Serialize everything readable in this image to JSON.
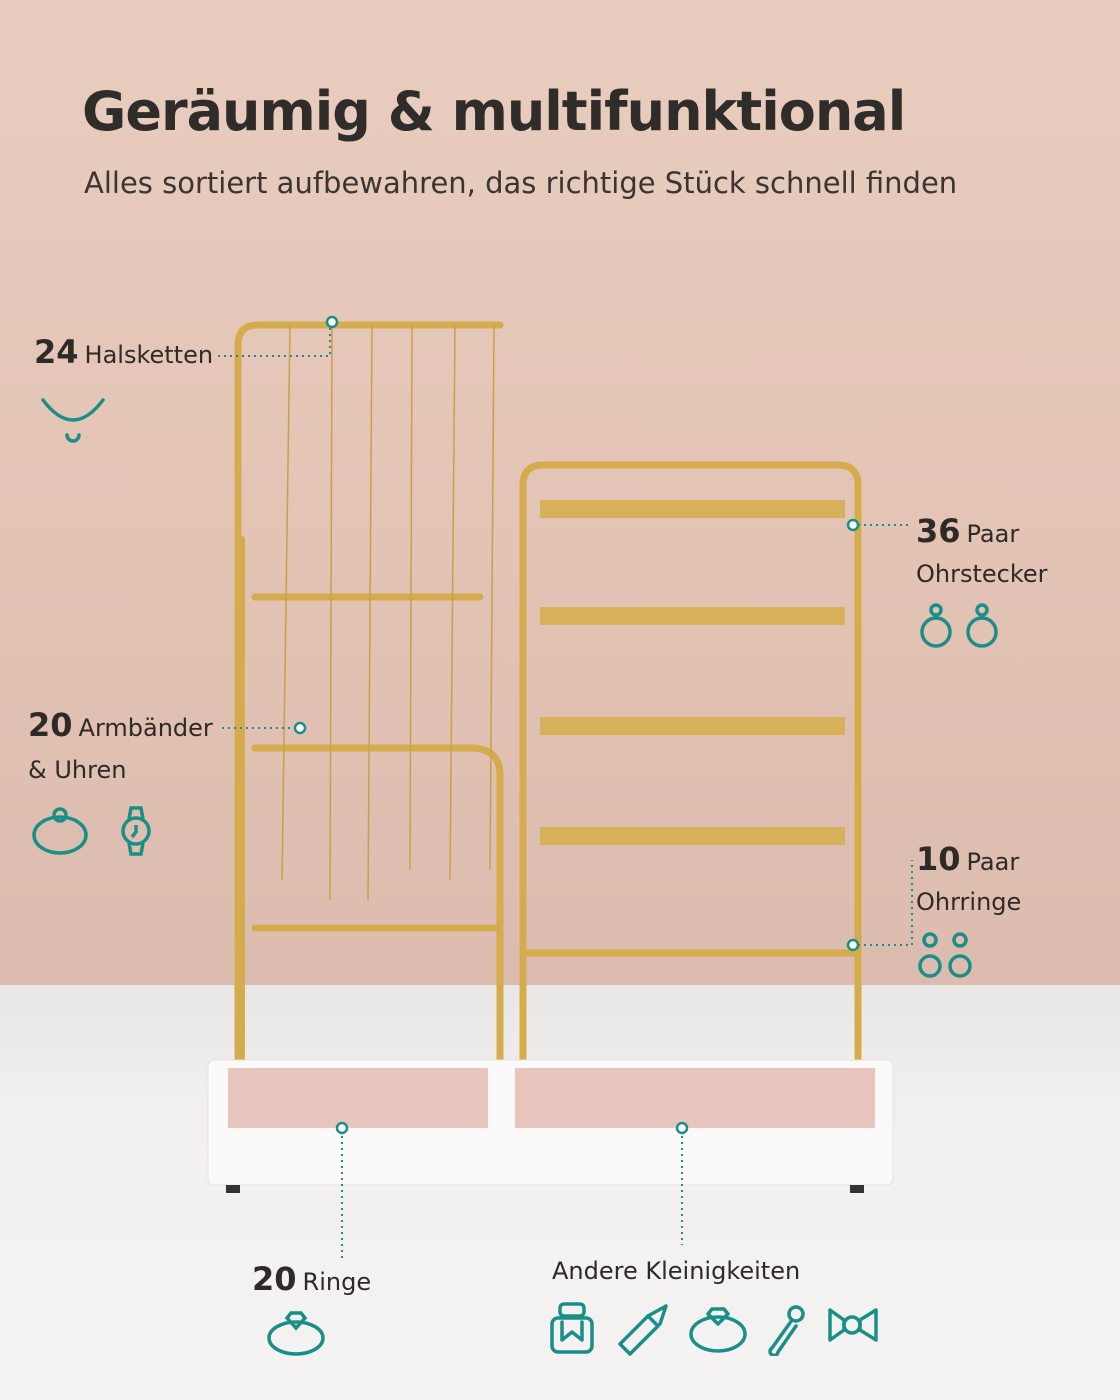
{
  "header": {
    "title": "Geräumig & multifunktional",
    "subtitle": "Alles sortiert aufbewahren, das richtige Stück schnell finden"
  },
  "colors": {
    "accent": "#1a8f87",
    "gold": "#d4ac4e",
    "wall": "#e3c3b4",
    "table": "#f1f0ef"
  },
  "features": {
    "necklaces": {
      "count": "24",
      "label": "Halsketten",
      "icon": "necklace-icon"
    },
    "bracelets": {
      "count": "20",
      "label": "Armbänder",
      "label2": "& Uhren",
      "icons": [
        "bracelet-icon",
        "watch-icon"
      ]
    },
    "studs": {
      "count": "36",
      "label": "Paar",
      "label2": "Ohrstecker",
      "icon": "stud-earrings-icon"
    },
    "hoops": {
      "count": "10",
      "label": "Paar",
      "label2": "Ohrringe",
      "icon": "drop-earrings-icon"
    },
    "rings": {
      "count": "20",
      "label": "Ringe",
      "icon": "ring-icon"
    },
    "other": {
      "label": "Andere Kleinigkeiten",
      "icons": [
        "perfume-icon",
        "lipstick-icon",
        "ring-icon",
        "brooch-icon",
        "bow-icon"
      ]
    }
  }
}
